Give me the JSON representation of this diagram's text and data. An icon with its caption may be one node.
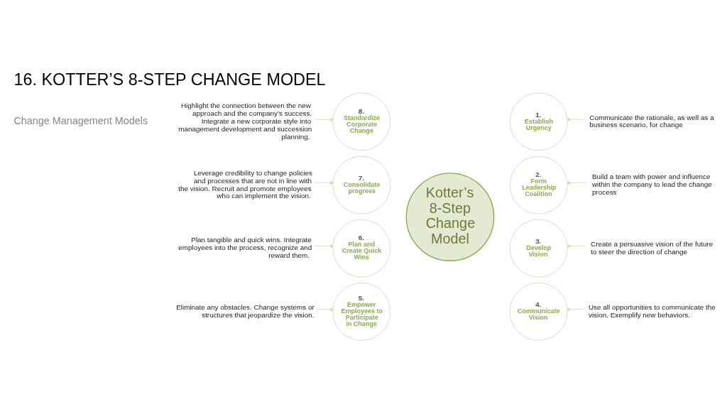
{
  "diagram": {
    "title": "16. KOTTER’S 8-STEP CHANGE MODEL",
    "nodes": [
      {
        "text": [
          "Kotter’s 8-Step Change Model"
        ]
      },
      {
        "text": [
          "1.",
          "Establish Urgency"
        ]
      },
      {
        "text": [
          "2.",
          "Form Leadership Coalition"
        ]
      },
      {
        "text": [
          "3.",
          "Develop Vision"
        ]
      },
      {
        "text": [
          "4.",
          "Communicate Vision"
        ]
      },
      {
        "text": [
          "5.",
          "Empower Employees to Participate in Change"
        ]
      },
      {
        "text": [
          "6.",
          "Plan and Create Quick Wins"
        ]
      },
      {
        "text": [
          "7.",
          "Consolidate progress"
        ]
      },
      {
        "text": [
          "8.",
          "Standardize Corporate Change"
        ]
      },
      {
        "text": [
          "Communicate the rationale, as well as a business scenario, for change"
        ]
      },
      {
        "text": [
          "Build a team with power and influence within the company to lead the change process"
        ]
      },
      {
        "text": [
          "Create a persuasive vision of the future to steer the direction of change"
        ]
      },
      {
        "text": [
          "Use all opportunities to communicate the vision. Exemplify new behaviors."
        ]
      },
      {
        "text": [
          "Eliminate any obstacles. Change systems or structures that jeopardize the vision."
        ]
      },
      {
        "text": [
          "Plan tangible and quick wins. Integrate employees into the process, recognize and reward them."
        ]
      },
      {
        "text": [
          "Leverage credibility to change policies and processes that are not in line with the vision. Recruit and promote employees who can implement the vision."
        ]
      },
      {
        "text": [
          "Highlight the connection between the new approach and the company’s success. Integrate a new corporate style into management development and succession planning."
        ]
      }
    ],
    "edges": [
      {
        "from": 9,
        "to": 1,
        "arrow": "other"
      },
      {
        "from": 10,
        "to": 2,
        "arrow": "other"
      },
      {
        "from": 11,
        "to": 3,
        "arrow": "other"
      },
      {
        "from": 12,
        "to": 4,
        "arrow": "other"
      },
      {
        "from": 13,
        "to": 5,
        "arrow": "other"
      },
      {
        "from": 14,
        "to": 6,
        "arrow": "other"
      },
      {
        "from": 15,
        "to": 7,
        "arrow": "other"
      },
      {
        "from": 16,
        "to": 8,
        "arrow": "other"
      }
    ],
    "labels": [
      "Change Management Models"
    ]
  }
}
